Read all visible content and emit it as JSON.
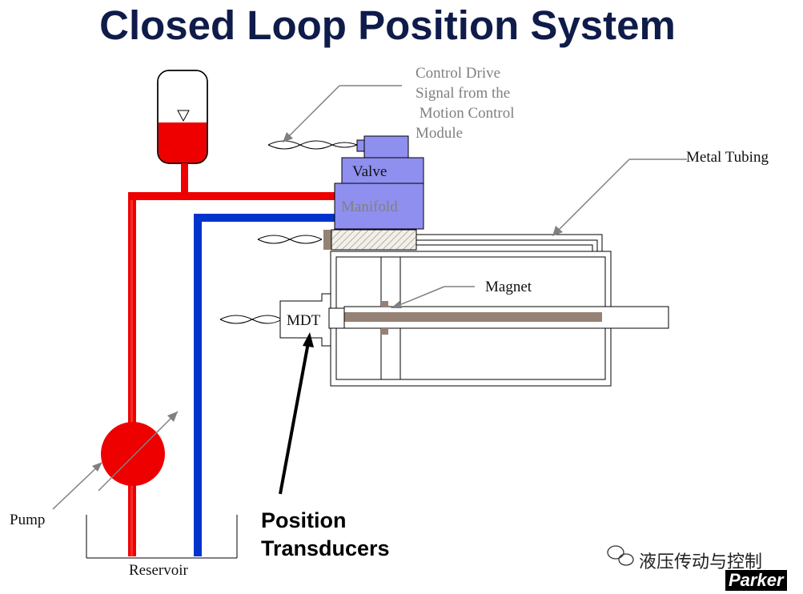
{
  "title": "Closed Loop Position System",
  "labels": {
    "control_drive": [
      "Control Drive",
      "Signal from the",
      " Motion Control",
      "Module"
    ],
    "metal_tubing": "Metal Tubing",
    "valve": "Valve",
    "manifold": "Manifold",
    "magnet": "Magnet",
    "mdt": "MDT",
    "pump": "Pump",
    "reservoir": "Reservoir",
    "position_transducers": [
      "Position",
      "Transducers"
    ]
  },
  "watermark": {
    "text": "液压传动与控制",
    "brand": "Parker"
  },
  "colors": {
    "pressure_line": "#ee0000",
    "return_line": "#0033cc",
    "valve_fill": "#8f8fef",
    "rod": "#958275",
    "title": "#0f1c4a"
  }
}
